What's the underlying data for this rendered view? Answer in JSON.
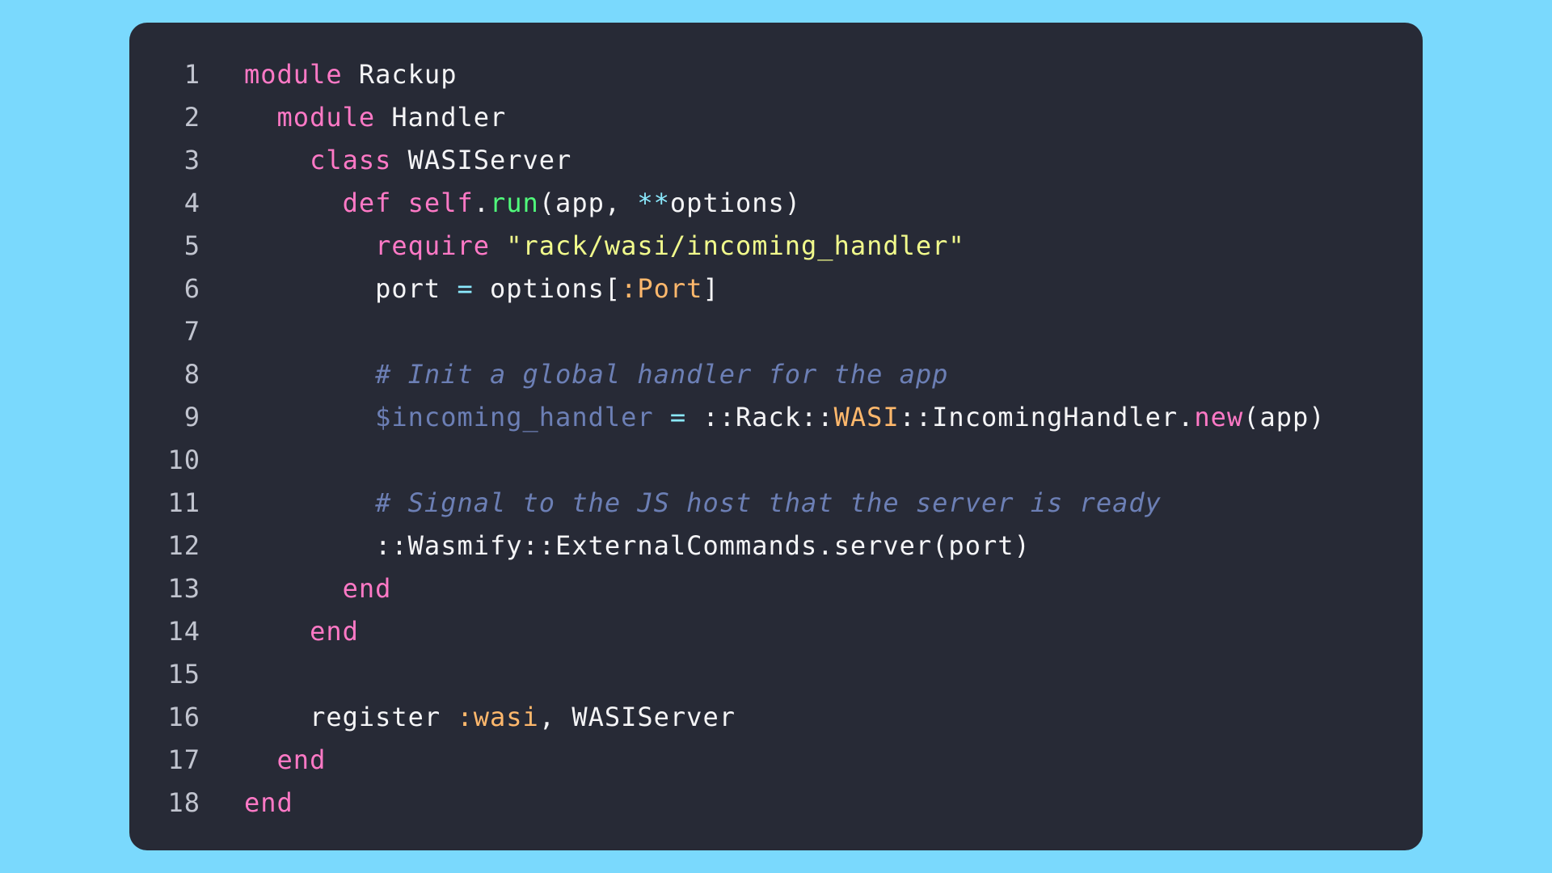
{
  "colors": {
    "background": "#7ad9fd",
    "editor_background": "#272a36",
    "line_number": "#c1c4cf",
    "keyword": "#ff79c6",
    "text": "#f4f4f6",
    "method": "#50fa7b",
    "operator": "#8be9fd",
    "string": "#f1fa8c",
    "symbol": "#ffb86c",
    "comment": "#6c7fb5"
  },
  "code": {
    "lines": [
      {
        "number": "1",
        "tokens": [
          {
            "type": "keyword",
            "text": "module"
          },
          {
            "type": "ident",
            "text": " Rackup"
          }
        ]
      },
      {
        "number": "2",
        "tokens": [
          {
            "type": "keyword",
            "text": "  module"
          },
          {
            "type": "ident",
            "text": " Handler"
          }
        ]
      },
      {
        "number": "3",
        "tokens": [
          {
            "type": "keyword",
            "text": "    class"
          },
          {
            "type": "ident",
            "text": " WASIServer"
          }
        ]
      },
      {
        "number": "4",
        "tokens": [
          {
            "type": "keyword",
            "text": "      def self"
          },
          {
            "type": "punct",
            "text": "."
          },
          {
            "type": "method",
            "text": "run"
          },
          {
            "type": "punct",
            "text": "(app, "
          },
          {
            "type": "operator",
            "text": "**"
          },
          {
            "type": "ident",
            "text": "options)"
          }
        ]
      },
      {
        "number": "5",
        "tokens": [
          {
            "type": "keyword",
            "text": "        require"
          },
          {
            "type": "string",
            "text": " \"rack/wasi/incoming_handler\""
          }
        ]
      },
      {
        "number": "6",
        "tokens": [
          {
            "type": "ident",
            "text": "        port "
          },
          {
            "type": "operator",
            "text": "="
          },
          {
            "type": "ident",
            "text": " options["
          },
          {
            "type": "symbol",
            "text": ":Port"
          },
          {
            "type": "punct",
            "text": "]"
          }
        ]
      },
      {
        "number": "7",
        "tokens": []
      },
      {
        "number": "8",
        "tokens": [
          {
            "type": "comment",
            "text": "        # Init a global handler for the app"
          }
        ]
      },
      {
        "number": "9",
        "tokens": [
          {
            "type": "global",
            "text": "        $incoming_handler "
          },
          {
            "type": "operator",
            "text": "="
          },
          {
            "type": "punct",
            "text": " ::Rack::"
          },
          {
            "type": "const-highlight",
            "text": "WASI"
          },
          {
            "type": "punct",
            "text": "::IncomingHandler."
          },
          {
            "type": "keyword",
            "text": "new"
          },
          {
            "type": "punct",
            "text": "(app)"
          }
        ]
      },
      {
        "number": "10",
        "tokens": []
      },
      {
        "number": "11",
        "tokens": [
          {
            "type": "comment",
            "text": "        # Signal to the JS host that the server is ready"
          }
        ]
      },
      {
        "number": "12",
        "tokens": [
          {
            "type": "ident",
            "text": "        ::Wasmify::ExternalCommands.server(port)"
          }
        ]
      },
      {
        "number": "13",
        "tokens": [
          {
            "type": "keyword",
            "text": "      end"
          }
        ]
      },
      {
        "number": "14",
        "tokens": [
          {
            "type": "keyword",
            "text": "    end"
          }
        ]
      },
      {
        "number": "15",
        "tokens": []
      },
      {
        "number": "16",
        "tokens": [
          {
            "type": "ident",
            "text": "    register "
          },
          {
            "type": "symbol",
            "text": ":wasi"
          },
          {
            "type": "punct",
            "text": ", WASIServer"
          }
        ]
      },
      {
        "number": "17",
        "tokens": [
          {
            "type": "keyword",
            "text": "  end"
          }
        ]
      },
      {
        "number": "18",
        "tokens": [
          {
            "type": "keyword",
            "text": "end"
          }
        ]
      }
    ]
  }
}
